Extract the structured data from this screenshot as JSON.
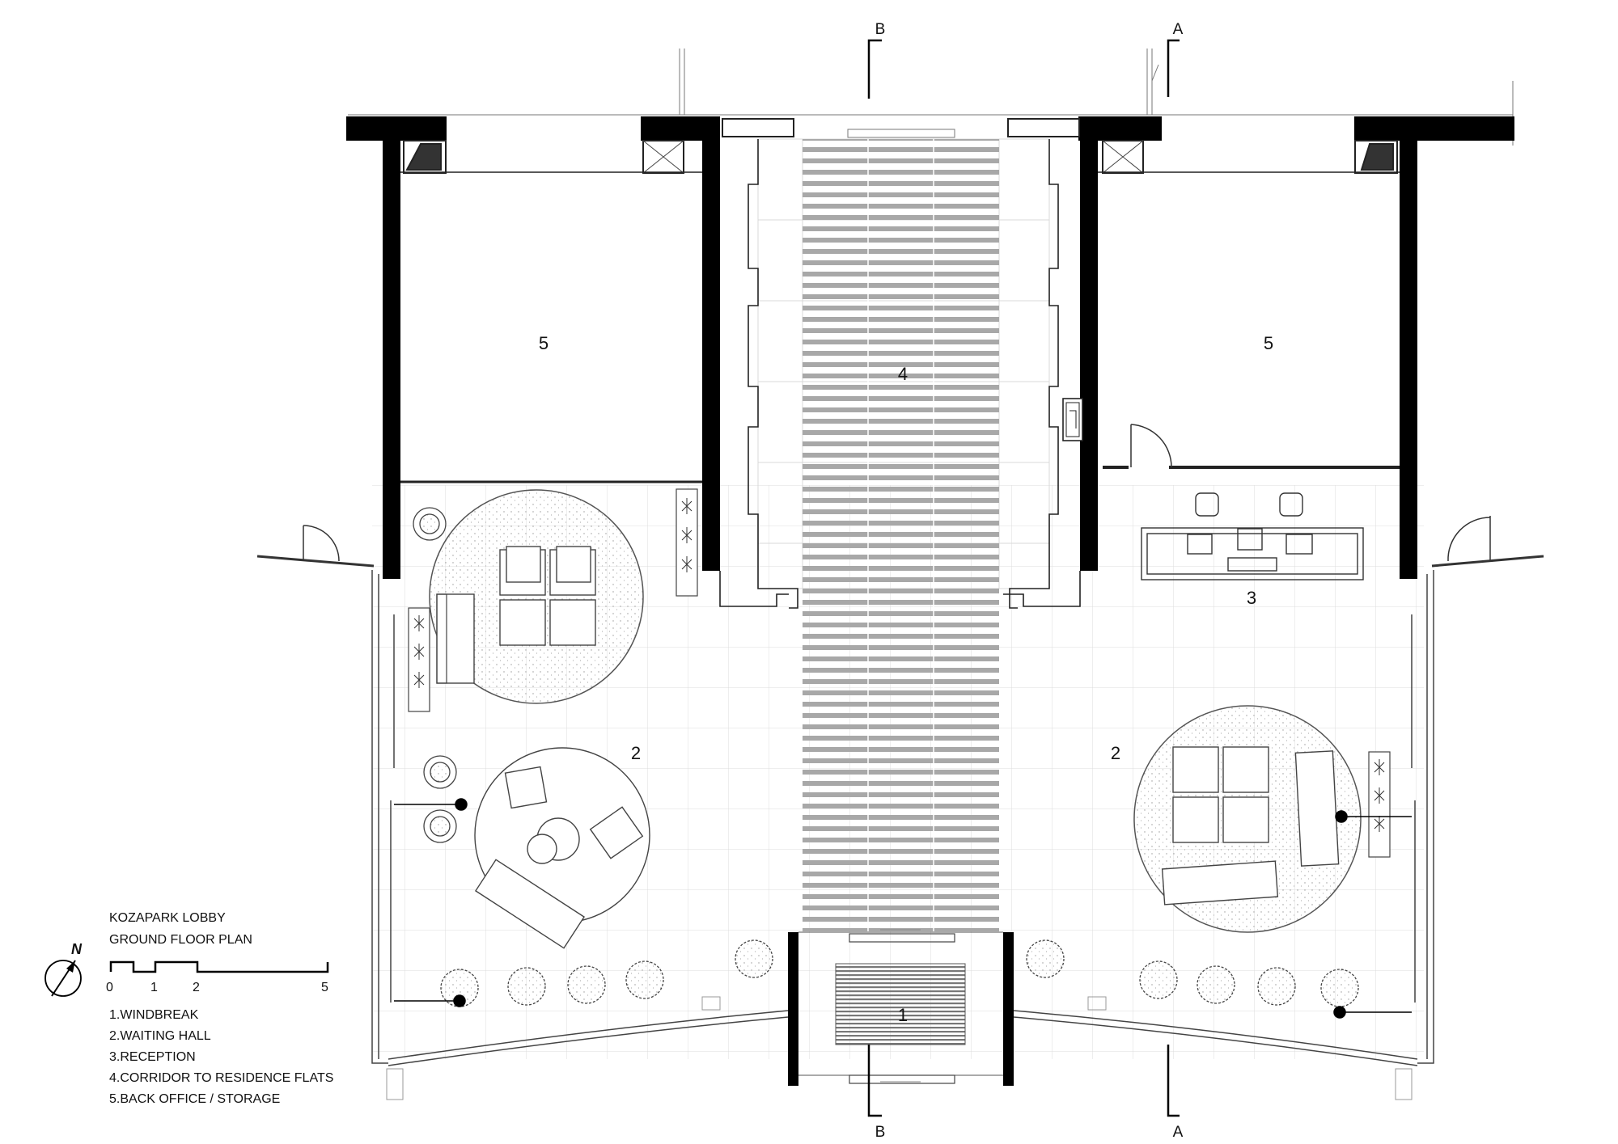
{
  "title": {
    "line1": "KOZAPARK LOBBY",
    "line2": "GROUND FLOOR PLAN"
  },
  "scale": {
    "ticks": [
      "0",
      "1",
      "2",
      "5"
    ]
  },
  "legend": [
    "1.WINDBREAK",
    "2.WAITING HALL",
    "3.RECEPTION",
    "4.CORRIDOR TO RESIDENCE FLATS",
    "5.BACK OFFICE / STORAGE"
  ],
  "rooms": {
    "windbreak": "1",
    "waiting_hall": "2",
    "reception": "3",
    "corridor": "4",
    "back_office": "5"
  },
  "sections": {
    "a": "A",
    "b": "B"
  },
  "north": {
    "label": "N",
    "icon": "north-arrow-icon"
  },
  "colors": {
    "wall": "#000000",
    "line": "#555555",
    "grid": "#cfcfcf",
    "hatch": "#9a9a9a"
  }
}
